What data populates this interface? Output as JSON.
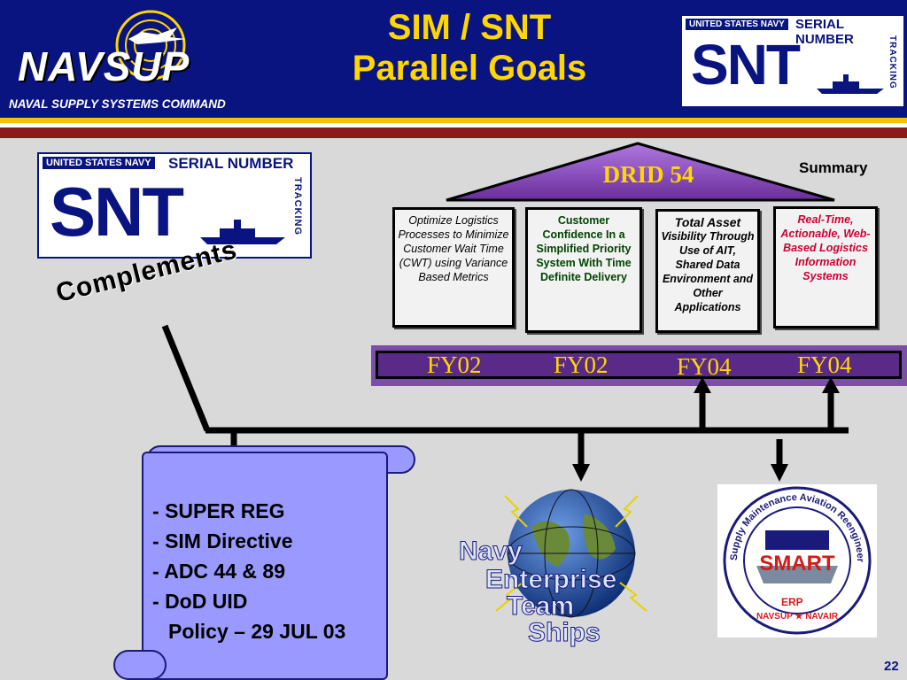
{
  "header": {
    "navsup_logo_text": "NAVSUP",
    "navsup_subtitle": "NAVAL SUPPLY SYSTEMS COMMAND",
    "title_line1": "SIM / SNT",
    "title_line2": "Parallel Goals"
  },
  "snt_logo": {
    "top_left": "UNITED STATES NAVY",
    "top_right": "SERIAL NUMBER",
    "letters": "SNT",
    "vertical": "TRACKING"
  },
  "summary_label": "Summary",
  "drid_label": "DRID 54",
  "goals": [
    {
      "text": "Optimize Logistics Processes to Minimize Customer Wait Time (CWT) using Variance Based Metrics"
    },
    {
      "text": "Customer Confidence In a Simplified Priority System With Time Definite Delivery"
    },
    {
      "title": "Total Asset",
      "text": "Visibility Through Use of AIT, Shared Data Environment and Other Applications"
    },
    {
      "text": "Real-Time, Actionable, Web-Based Logistics Information Systems"
    }
  ],
  "fiscal_years": [
    "FY02",
    "FY02",
    "FY04",
    "FY04"
  ],
  "complements_label": "Complements",
  "policy_list": [
    {
      "bullet": "- ",
      "label": "SUPER REG"
    },
    {
      "bullet": "- ",
      "label": "SIM Directive"
    },
    {
      "bullet": "- ",
      "label": "ADC 44 & 89"
    },
    {
      "bullet": "- ",
      "label": "DoD UID"
    },
    {
      "bullet": "",
      "label": "Policy – 29 JUL 03"
    }
  ],
  "net_logo": {
    "line1": "Navy",
    "line2": "Enterprise",
    "line3": "Team",
    "line4": "Ships"
  },
  "smart_logo": {
    "ring_text": "Supply Maintenance Aviation Reengineering Team",
    "center": "SMART",
    "erp": "ERP",
    "bottom": "NAVSUP ★ NAVAIR"
  },
  "page_number": "22",
  "colors": {
    "navy": "#0a1480",
    "gold": "#ffd700",
    "purple": "#7b4fa6",
    "maroon": "#8b1a1a",
    "scroll": "#9999ff"
  }
}
